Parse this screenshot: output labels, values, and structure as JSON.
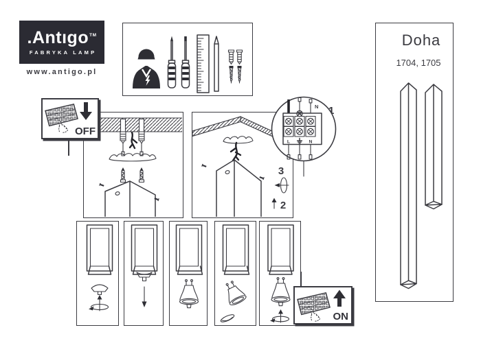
{
  "brand": {
    "dot": ".",
    "name": "Antıgo",
    "tm": "TM",
    "tagline": "FABRYKA LAMP",
    "website": "www.antigo.pl"
  },
  "product": {
    "name": "Doha",
    "models": "1704, 1705"
  },
  "power": {
    "off_label": "OFF",
    "on_label": "ON"
  },
  "steps": {
    "terminal_detail": "1",
    "lift": "2",
    "tighten": "3"
  },
  "terminal_block": {
    "line": "L",
    "neutral": "N"
  },
  "colors": {
    "ink": "#3b3b41",
    "logo_background": "#2b2b33",
    "wire_black": "#232329"
  },
  "icons": {
    "logo": "antigo-logo",
    "installer": "electrician-icon",
    "tools": [
      "phillips-screwdriver-icon",
      "flat-screwdriver-icon",
      "ruler-icon",
      "pencil-icon",
      "wall-plug-icon",
      "screw-icon"
    ],
    "switch_panel": "fuse-box-icon",
    "gesture": "hand-flip-switch-icon",
    "earth": "earth-symbol",
    "arrow_off": "arrow-down-icon",
    "arrow_on": "arrow-up-icon",
    "rotate": "rotate-arrow-icon"
  }
}
